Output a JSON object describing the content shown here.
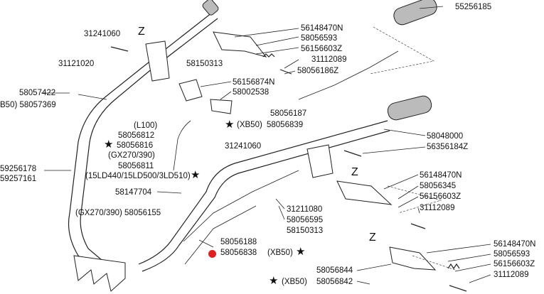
{
  "colors": {
    "marker": "#e0201f",
    "line": "#222222"
  },
  "zones": {
    "z1": "Z",
    "z2": "Z",
    "z3": "Z"
  },
  "labels": {
    "l_55256185": "55256185",
    "l_31241060a": "31241060",
    "l_31121020": "31121020",
    "l_56148470N_a": "56148470N",
    "l_58056593_a": "58056593",
    "l_56156603Z_a": "56156603Z",
    "l_58150313_a": "58150313",
    "l_31112089_a": "31112089",
    "l_58056186Z": "58056186Z",
    "l_56156874N": "56156874N",
    "l_58002538": "58002538",
    "l_58057422": "58057422",
    "l_58057369": "B50)  58057369",
    "l_58056187": "58056187",
    "l_xb50_a": "(XB50)",
    "l_58056839": "58056839",
    "l_L100": "(L100)",
    "l_58056812": "58056812",
    "l_58056816": "58056816",
    "l_gx270_390_a": "(GX270/390)",
    "l_58056811": "58056811",
    "l_15LD": "(15LD440/15LD500/3LD510)",
    "l_58048000": "58048000",
    "l_56356184Z": "56356184Z",
    "l_31241060b": "31241060",
    "l_59256178": "59256178",
    "l_59257161": "59257161",
    "l_56148470N_b": "56148470N",
    "l_58056345": "58056345",
    "l_56156603Z_b": "56156603Z",
    "l_31112089_b": "31112089",
    "l_58147704": "58147704",
    "l_gx270_390_b": "(GX270/390)  58056155",
    "l_31211080": "31211080",
    "l_58056595": "58056595",
    "l_58150313_b": "58150313",
    "l_58056188": "58056188",
    "l_58056838": "58056838",
    "l_xb50_b": "(XB50)",
    "l_56148470N_c": "56148470N",
    "l_58056593_c": "58056593",
    "l_56156603Z_c": "56156603Z",
    "l_31112089_c": "31112089",
    "l_58056844": "58056844",
    "l_xb50_c": "(XB50)",
    "l_58056842": "58056842"
  }
}
